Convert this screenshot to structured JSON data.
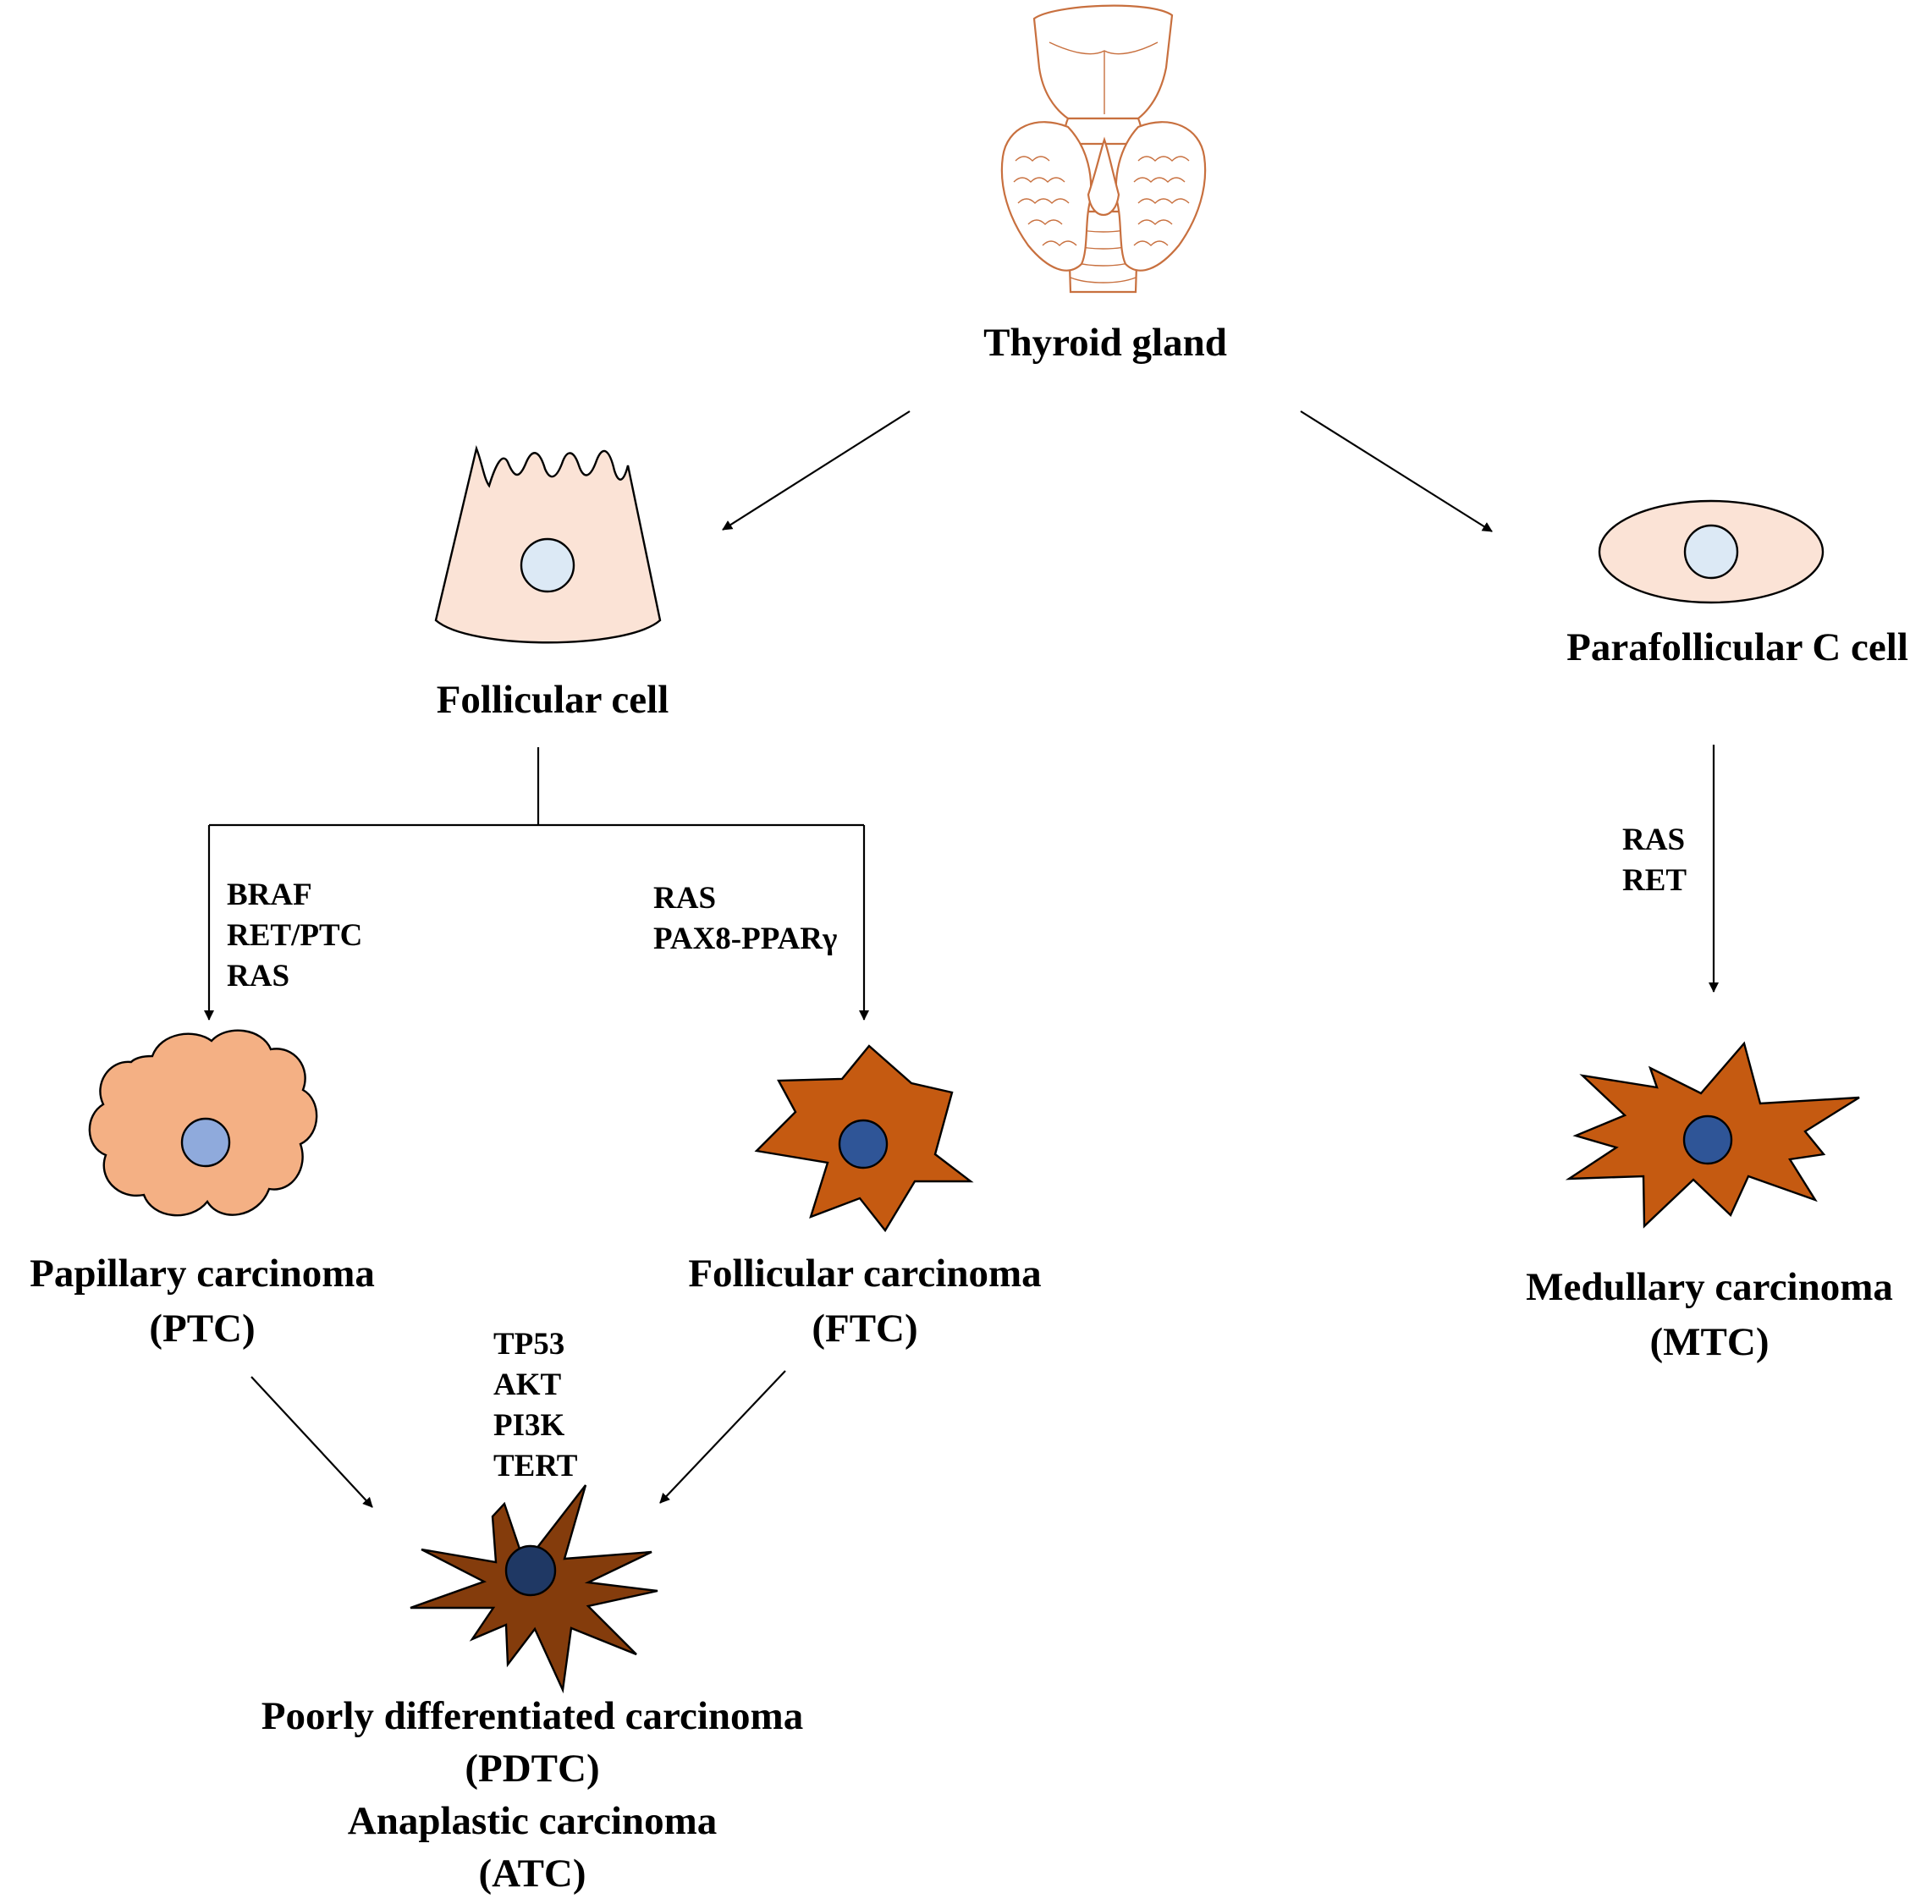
{
  "labels": {
    "thyroid": "Thyroid gland",
    "follicular_cell": "Follicular cell",
    "parafollicular": "Parafollicular C cell",
    "ptc_name": "Papillary carcinoma",
    "ptc_abbr": "(PTC)",
    "ftc_name": "Follicular carcinoma",
    "ftc_abbr": "(FTC)",
    "mtc_name": "Medullary carcinoma",
    "mtc_abbr": "(MTC)",
    "pdtc_name": "Poorly differentiated carcinoma",
    "pdtc_abbr": "(PDTC)",
    "atc_name": "Anaplastic carcinoma",
    "atc_abbr": "(ATC)"
  },
  "mutations": {
    "ptc": [
      "BRAF",
      "RET/PTC",
      "RAS"
    ],
    "ftc": [
      "RAS",
      "PAX8-PPARγ"
    ],
    "mtc": [
      "RAS",
      "RET"
    ],
    "progression": [
      "TP53",
      "AKT",
      "PI3K",
      "TERT"
    ]
  },
  "colors": {
    "normal_cell_fill": "#fbe3d6",
    "normal_nucleus": "#dce9f5",
    "ptc_fill": "#f4b084",
    "ptc_nucleus": "#8faadc",
    "ftc_fill": "#c55a11",
    "mtc_fill": "#c55a11",
    "tumor_nucleus": "#2f5597",
    "atc_fill": "#843c0c",
    "atc_nucleus": "#1f3864",
    "gland_stroke": "#c8703f"
  }
}
